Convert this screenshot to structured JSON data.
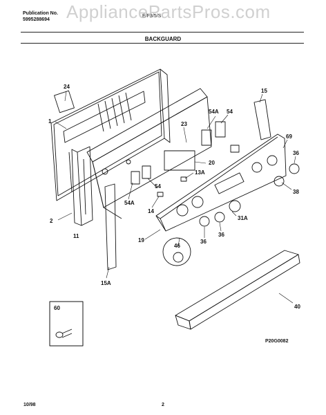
{
  "header": {
    "publication_label": "Publication No.",
    "publication_number": "5995288694",
    "model_code": "E/F3/5/S",
    "section_title": "BACKGUARD",
    "watermark": "AppliancePartsPros.com"
  },
  "part_labels": [
    "24",
    "1",
    "23",
    "54A",
    "54",
    "15",
    "69",
    "36",
    "20",
    "13A",
    "38",
    "54A",
    "54",
    "14",
    "31A",
    "2",
    "11",
    "19",
    "36",
    "36",
    "46",
    "15A",
    "40",
    "60"
  ],
  "diagram_code": "P20G0082",
  "footer": {
    "date": "10/98",
    "page_number": "2"
  }
}
